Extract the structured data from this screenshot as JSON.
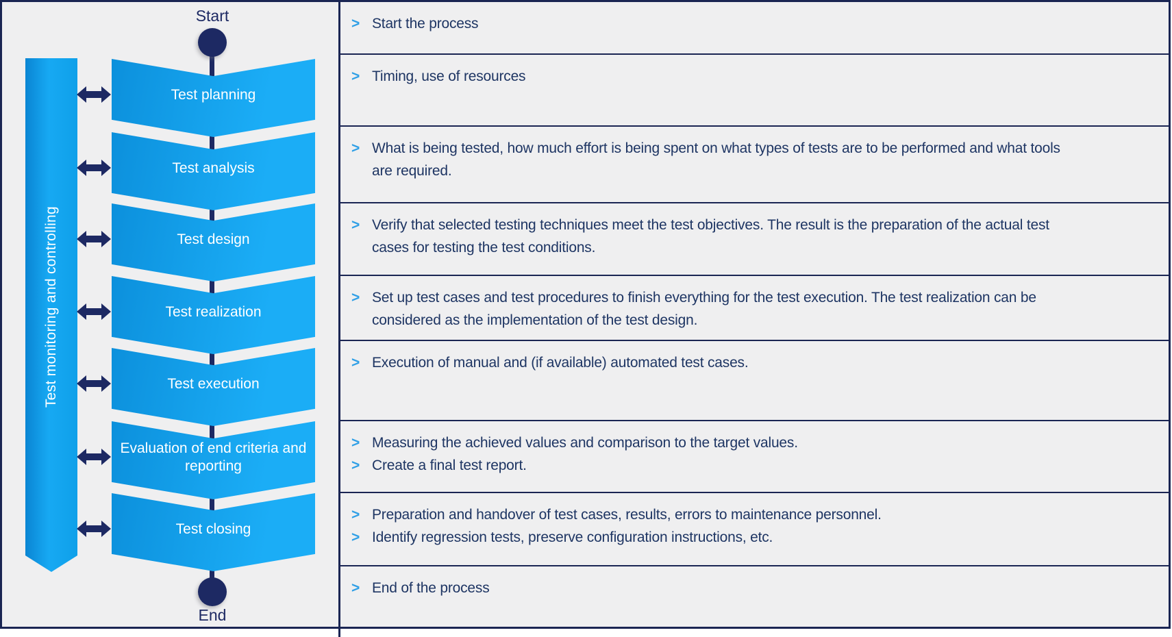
{
  "diagram": {
    "start_label": "Start",
    "end_label": "End",
    "sidebar_label": "Test monitoring and controlling",
    "steps": [
      "Test planning",
      "Test analysis",
      "Test design",
      "Test realization",
      "Test execution",
      "Evaluation of end criteria and reporting",
      "Test closing"
    ]
  },
  "table": {
    "bullet_char": ">",
    "rows": [
      {
        "bullets": [
          "Start the process"
        ]
      },
      {
        "bullets": [
          "Timing, use of resources"
        ]
      },
      {
        "bullets": [
          "What is being tested, how much effort is being spent on what types of tests are to be performed and what tools are required."
        ]
      },
      {
        "bullets": [
          "Verify that selected testing techniques meet the test objectives. The result is the preparation of the actual test cases for testing the test conditions."
        ]
      },
      {
        "bullets": [
          "Set up test cases and test procedures to finish everything for the test execution. The test realization can be considered as the implementation of the test design."
        ]
      },
      {
        "bullets": [
          "Execution of manual and (if available) automated test cases."
        ]
      },
      {
        "bullets": [
          "Measuring the achieved values and comparison to the target values.",
          "Create a final test report."
        ]
      },
      {
        "bullets": [
          "Preparation and handover of test cases, results, errors to maintenance personnel.",
          "Identify regression tests, preserve configuration instructions, etc."
        ]
      },
      {
        "bullets": [
          "End of the process"
        ]
      }
    ]
  },
  "colors": {
    "accent_blue": "#11a1ea",
    "shape_navy": "#1d2963",
    "border_navy": "#1a2553",
    "text_navy": "#1e3563",
    "bullet_blue": "#2f9fe6",
    "panel_gray": "#efeff0"
  }
}
